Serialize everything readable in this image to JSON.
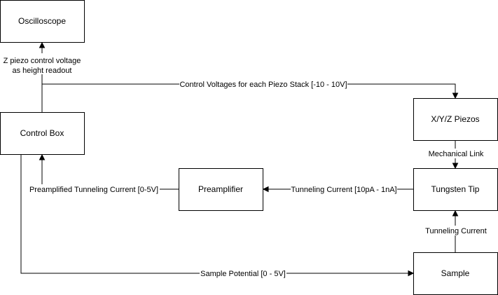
{
  "nodes": {
    "oscilloscope": "Oscilloscope",
    "control_box": "Control Box",
    "xyz_piezos": "X/Y/Z Piezos",
    "tungsten_tip": "Tungsten Tip",
    "preamplifier": "Preamplifier",
    "sample": "Sample"
  },
  "edges": {
    "z_readout_line1": "Z piezo control voltage",
    "z_readout_line2": "as height readout",
    "control_voltages": "Control Voltages for each Piezo Stack [-10 - 10V]",
    "mechanical_link": "Mechanical Link",
    "tunneling_current_range": "Tunneling Current [10pA - 1nA]",
    "preamplified_current": "Preamplified Tunneling Current [0-5V]",
    "tunneling_current": "Tunneling Current",
    "sample_potential": "Sample Potential [0 - 5V]"
  }
}
